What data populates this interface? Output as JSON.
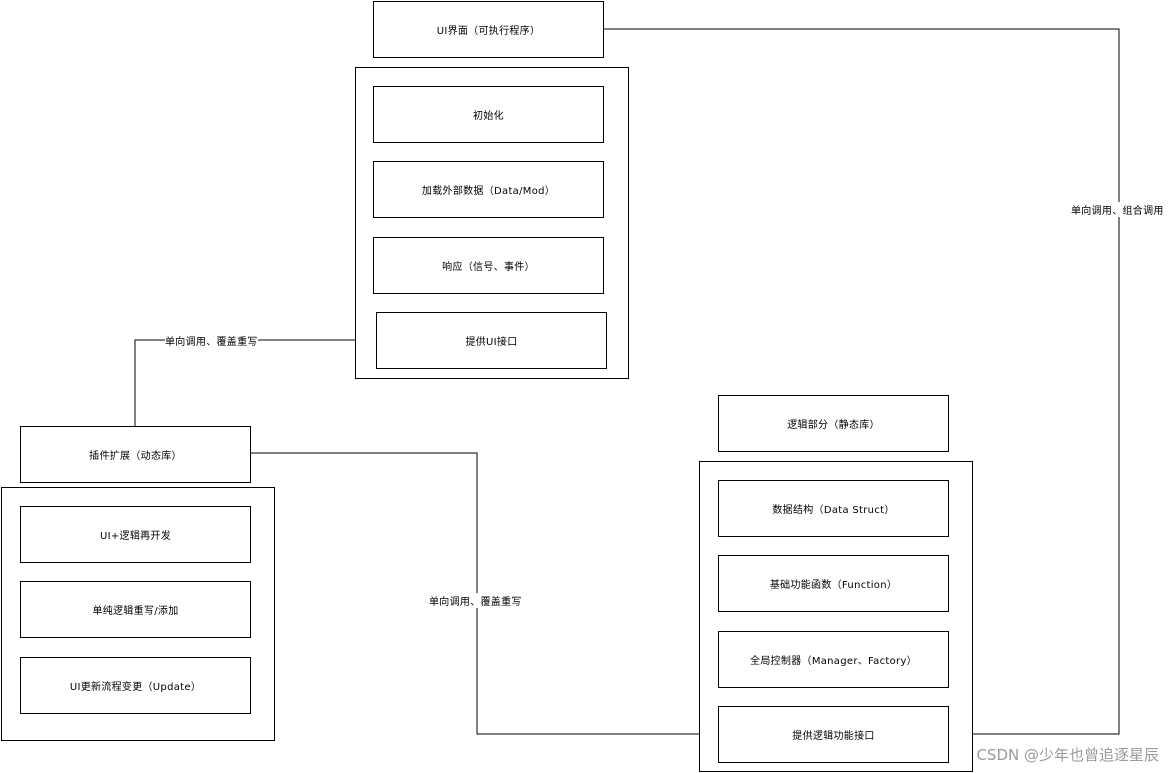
{
  "diagram": {
    "ui_title": "UI界面（可执行程序）",
    "ui_items": [
      "初始化",
      "加载外部数据（Data/Mod）",
      "响应（信号、事件）",
      "提供UI接口"
    ],
    "plugin_title": "插件扩展（动态库）",
    "plugin_items": [
      "UI+逻辑再开发",
      "单纯逻辑重写/添加",
      "UI更新流程变更（Update）"
    ],
    "logic_title": "逻辑部分（静态库）",
    "logic_items": [
      "数据结构（Data Struct）",
      "基础功能函数（Function）",
      "全局控制器（Manager、Factory）",
      "提供逻辑功能接口"
    ],
    "edge_labels": {
      "plugin_to_ui": "单向调用、覆盖重写",
      "plugin_to_logic": "单向调用、覆盖重写",
      "ui_to_logic": "单向调用、组合调用"
    }
  },
  "watermark": "CSDN @少年也曾追逐星辰"
}
